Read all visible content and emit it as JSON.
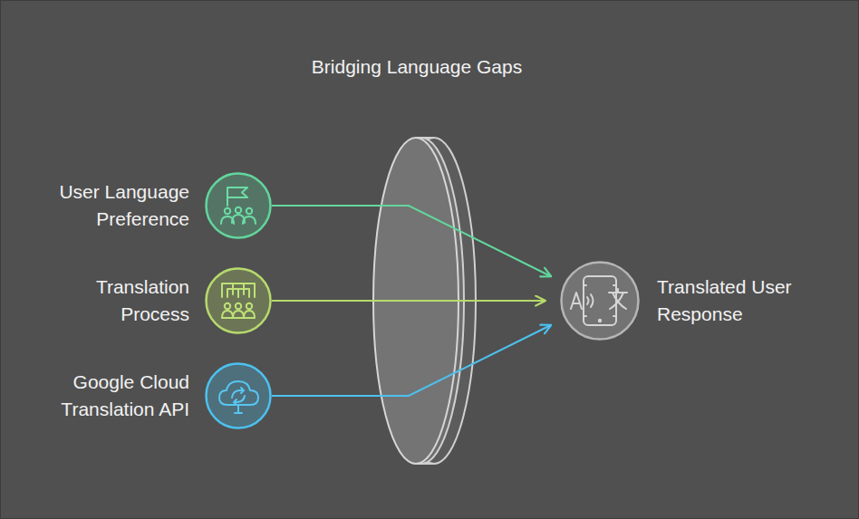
{
  "diagram": {
    "title": "Bridging Language Gaps",
    "nodes": [
      {
        "text": [
          "User Language Preference"
        ]
      },
      {
        "text": [
          "Translation Process"
        ]
      },
      {
        "text": [
          "Google Cloud Translation API"
        ]
      },
      {
        "text": [
          "Translated User Response"
        ]
      }
    ],
    "edges": [
      {
        "from": 0,
        "to": 3,
        "arrow": "to"
      },
      {
        "from": 1,
        "to": 3,
        "arrow": "to"
      },
      {
        "from": 2,
        "to": 3,
        "arrow": "to"
      }
    ]
  }
}
